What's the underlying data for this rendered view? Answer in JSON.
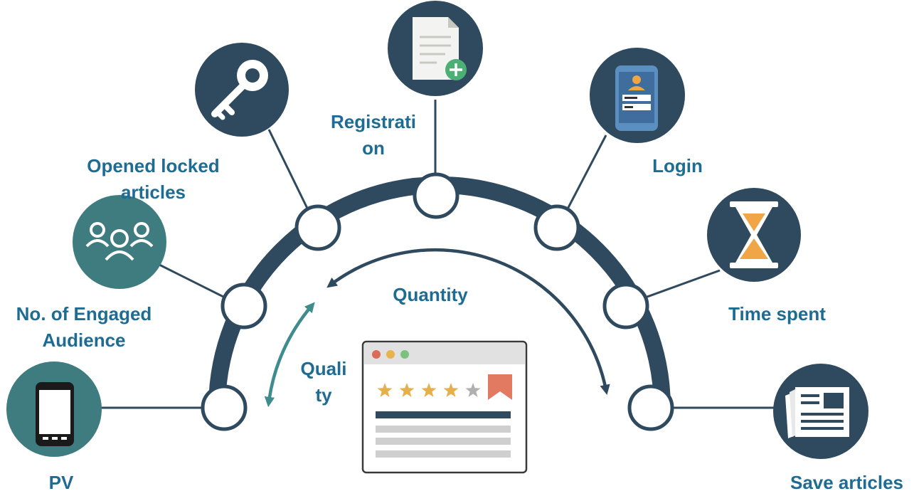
{
  "colors": {
    "arc": "#2f4a5e",
    "node_fill": "#ffffff",
    "dark_circle": "#2f4a5e",
    "teal_circle": "#3e7c80",
    "label_text": "#1e6c93",
    "quality_arrow": "#3f8c8e",
    "paper": "#f3f3f1",
    "plus": "#4caf73",
    "hourglass_sand": "#f0a646",
    "person_head": "#f0a646",
    "star_gold": "#e6b04c",
    "star_grey": "#b0b0b0",
    "bookmark": "#e27a62",
    "window_dot_red": "#dc6a58",
    "window_dot_yellow": "#e8b24c",
    "window_dot_green": "#7cc27f"
  },
  "metrics": [
    {
      "id": "pv",
      "label": "PV",
      "icon": "smartphone-icon",
      "tone": "teal"
    },
    {
      "id": "engaged",
      "label": "No. of Engaged\nAudience",
      "icon": "people-icon",
      "tone": "teal"
    },
    {
      "id": "opened",
      "label": "Opened locked\narticles",
      "icon": "key-icon",
      "tone": "dark"
    },
    {
      "id": "registration",
      "label": "Registrati\non",
      "icon": "document-add-icon",
      "tone": "dark"
    },
    {
      "id": "login",
      "label": "Login",
      "icon": "mobile-login-icon",
      "tone": "dark"
    },
    {
      "id": "time",
      "label": "Time spent",
      "icon": "hourglass-icon",
      "tone": "dark"
    },
    {
      "id": "save",
      "label": "Save articles",
      "icon": "newspaper-icon",
      "tone": "dark"
    }
  ],
  "arrows": {
    "quantity": "Quantity",
    "quality": "Quali\nty"
  },
  "center_icon": "article-rating-icon",
  "rating": {
    "stars": 4,
    "max": 5
  }
}
